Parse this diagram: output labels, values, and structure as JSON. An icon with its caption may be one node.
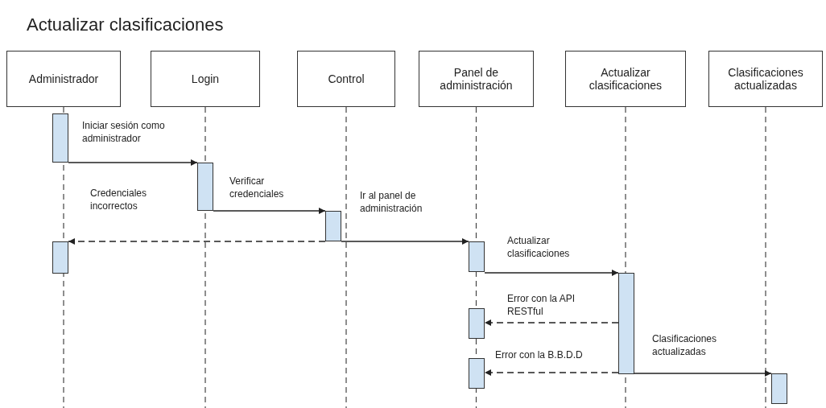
{
  "diagram": {
    "title": "Actualizar clasificaciones",
    "nodes": [
      {
        "text": [
          "Administrador"
        ]
      },
      {
        "text": [
          "Login"
        ]
      },
      {
        "text": [
          "Control"
        ]
      },
      {
        "text": [
          "Panel de administración"
        ]
      },
      {
        "text": [
          "Actualizar clasificaciones"
        ]
      },
      {
        "text": [
          "Clasificaciones actualizadas"
        ]
      },
      {
        "text": [],
        "shape": "bar"
      },
      {
        "text": [],
        "shape": "bar"
      },
      {
        "text": [],
        "shape": "bar"
      },
      {
        "text": [],
        "shape": "bar"
      },
      {
        "text": [],
        "shape": "bar"
      },
      {
        "text": [],
        "shape": "bar"
      },
      {
        "text": [],
        "shape": "bar"
      },
      {
        "text": [],
        "shape": "bar"
      },
      {
        "text": [],
        "shape": "bar"
      }
    ],
    "edges": [
      {
        "from": 6,
        "to": 7,
        "arrow": "to",
        "label": "Iniciar sesión como administrador"
      },
      {
        "from": 7,
        "to": 8,
        "arrow": "to",
        "label": "Verificar credenciales"
      },
      {
        "from": 8,
        "to": 9,
        "arrow": "to",
        "label": "Credenciales incorrectos",
        "style": "dashed"
      },
      {
        "from": 8,
        "to": 10,
        "arrow": "to",
        "label": "Ir al panel de administración"
      },
      {
        "from": 10,
        "to": 11,
        "arrow": "to",
        "label": "Actualizar clasificaciones"
      },
      {
        "from": 11,
        "to": 12,
        "arrow": "to",
        "label": "Error con la API RESTful",
        "style": "dashed"
      },
      {
        "from": 11,
        "to": 13,
        "arrow": "to",
        "label": "Error con la B.B.D.D",
        "style": "dashed"
      },
      {
        "from": 11,
        "to": 14,
        "arrow": "to",
        "label": "Clasificaciones actualizadas"
      }
    ]
  }
}
